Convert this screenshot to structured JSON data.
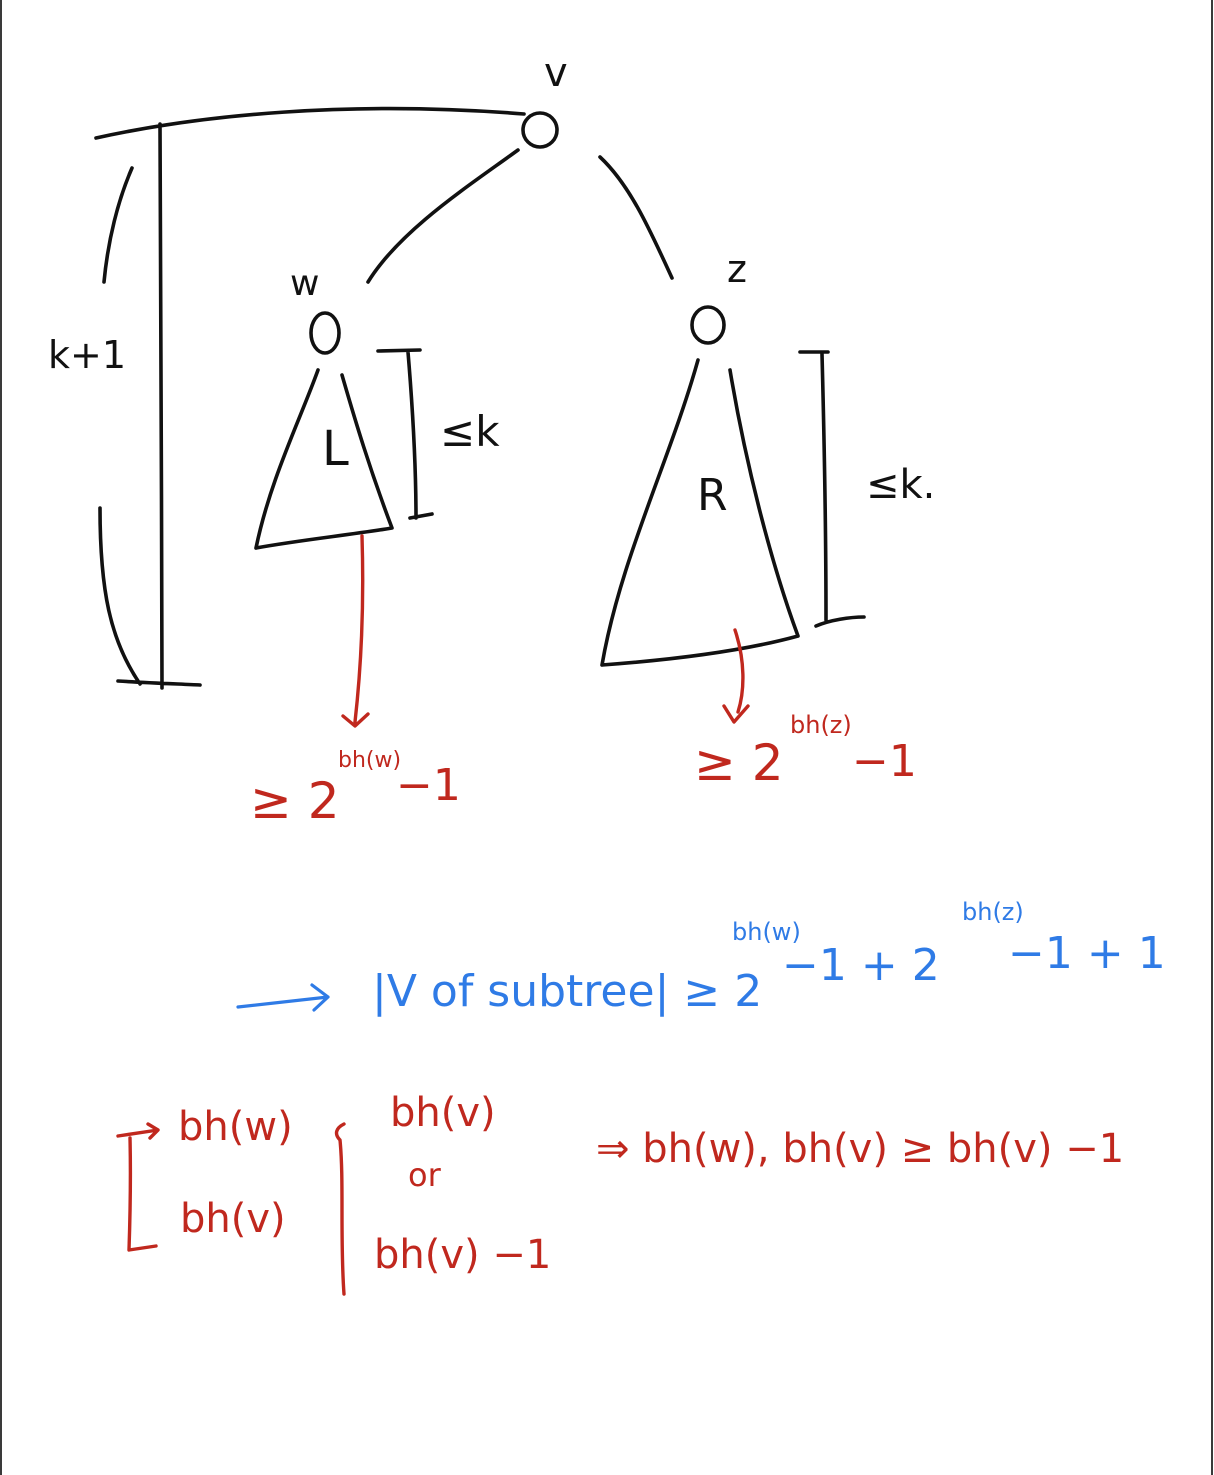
{
  "colors": {
    "ink": "#111111",
    "red": "#c0281e",
    "blue": "#2f7be6"
  },
  "nodes": {
    "v": "v",
    "w": "w",
    "z": "z"
  },
  "height_label": "k+1",
  "subtrees": {
    "left": {
      "name": "L",
      "bound": "≤k"
    },
    "right": {
      "name": "R",
      "bound": "≤k."
    }
  },
  "bounds": {
    "left": {
      "prefix": "≥ 2",
      "exp": "bh(w)",
      "suffix": "−1"
    },
    "right": {
      "prefix": "≥ 2",
      "exp": "bh(z)",
      "suffix": "−1"
    }
  },
  "subtree_inequality": {
    "lhs": "|V of subtree| ≥ 2",
    "exp1": "bh(w)",
    "mid": "−1  + 2",
    "exp2": "bh(z)",
    "rhs": "−1 + 1"
  },
  "cases": {
    "children": [
      "bh(w)",
      "bh(v)"
    ],
    "options": [
      "bh(v)",
      "or",
      "bh(v) −1"
    ],
    "conclusion": "⇒ bh(w), bh(v) ≥ bh(v) −1"
  }
}
